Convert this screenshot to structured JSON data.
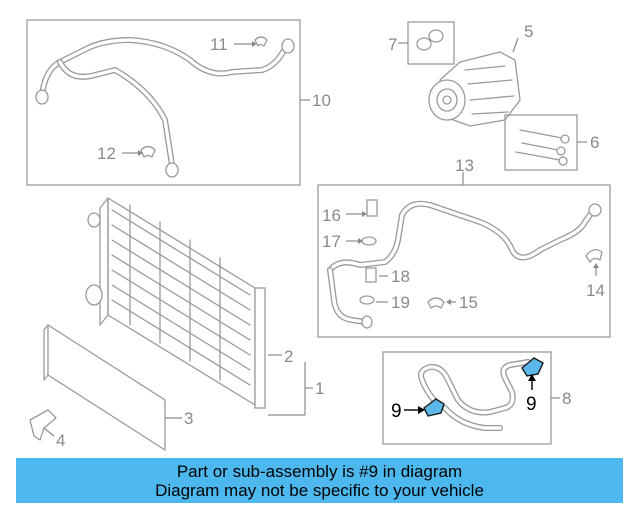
{
  "callouts": {
    "c1": "1",
    "c2": "2",
    "c3": "3",
    "c4": "4",
    "c5": "5",
    "c6": "6",
    "c7": "7",
    "c8": "8",
    "c9a": "9",
    "c9b": "9",
    "c10": "10",
    "c11": "11",
    "c12": "12",
    "c13": "13",
    "c14": "14",
    "c15": "15",
    "c16": "16",
    "c17": "17",
    "c18": "18",
    "c19": "19"
  },
  "banner": {
    "line1": "Part or sub-assembly is #9 in diagram",
    "line2": "Diagram may not be specific to your vehicle"
  },
  "colors": {
    "highlight": "#5bb8e8",
    "banner": "#4cb8ee",
    "line_art": "#9a9a9a"
  }
}
